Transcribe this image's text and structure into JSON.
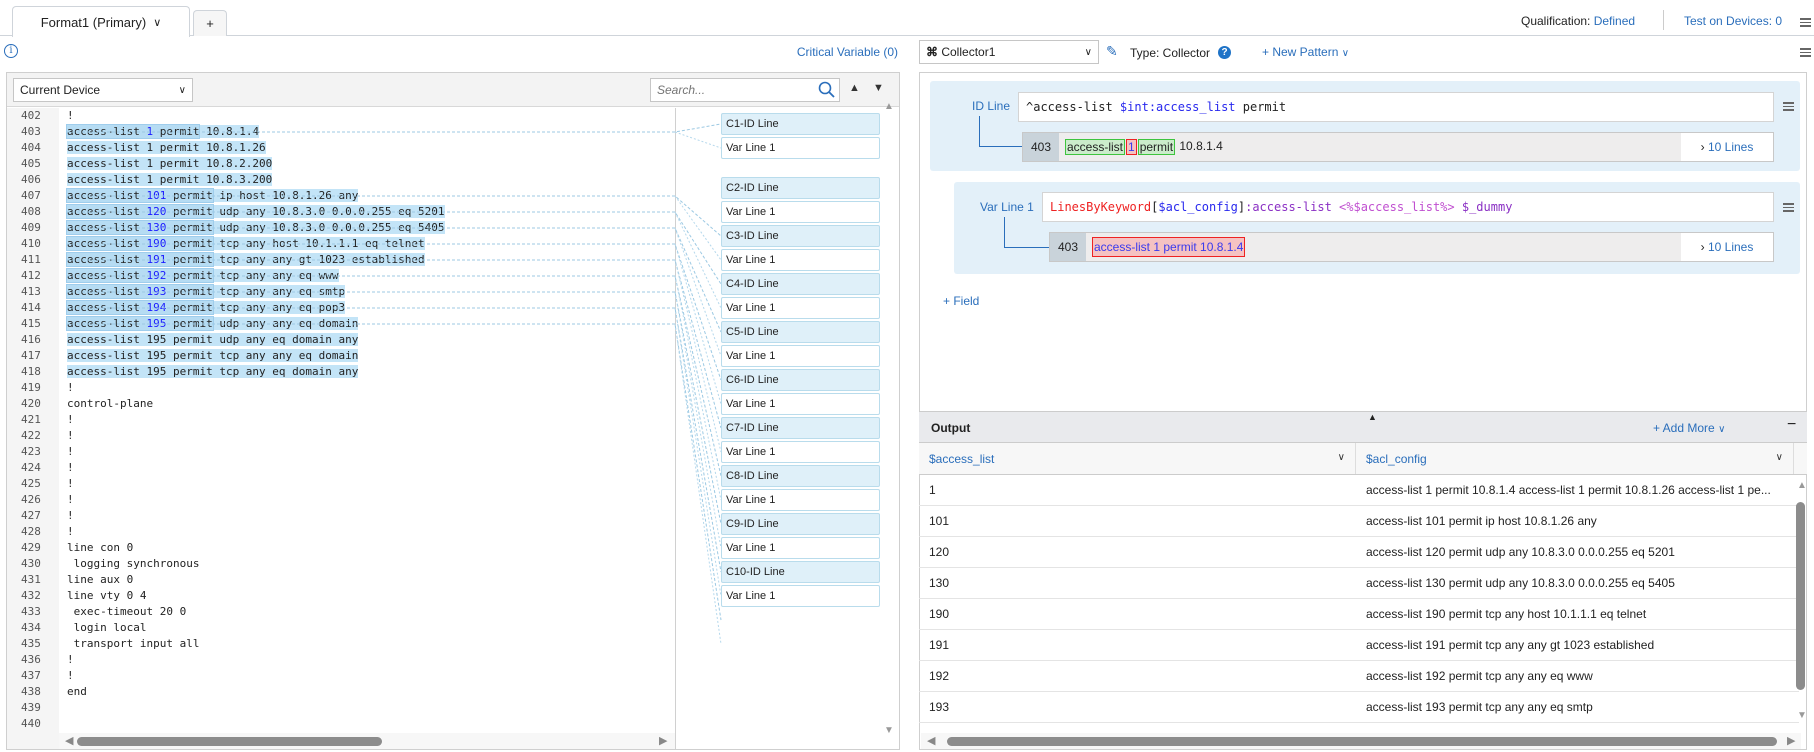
{
  "tabs": {
    "primary": "Format1 (Primary)",
    "add": "+"
  },
  "header": {
    "qualification_label": "Qualification:",
    "qualification_value": "Defined",
    "test_on_devices": "Test on Devices: 0"
  },
  "left": {
    "critical_variable": "Critical Variable (0)",
    "device_select": "Current Device",
    "search_placeholder": "Search..."
  },
  "code_lines": [
    {
      "n": "402",
      "t": "!"
    },
    {
      "n": "403",
      "pre": "access-list ",
      "num": "1",
      "post": " permit",
      "rest": " 10.8.1.4",
      "hl": true
    },
    {
      "n": "404",
      "t": "access-list 1 permit 10.8.1.26",
      "hl": true
    },
    {
      "n": "405",
      "t": "access-list 1 permit 10.8.2.200",
      "hl": true
    },
    {
      "n": "406",
      "t": "access-list 1 permit 10.8.3.200",
      "hl": true
    },
    {
      "n": "407",
      "pre": "access-list ",
      "num": "101",
      "post": " permit",
      "rest": " ip host 10.8.1.26 any",
      "hl": true
    },
    {
      "n": "408",
      "pre": "access-list ",
      "num": "120",
      "post": " permit",
      "rest": " udp any 10.8.3.0 0.0.0.255 eq 5201",
      "hl": true
    },
    {
      "n": "409",
      "pre": "access-list ",
      "num": "130",
      "post": " permit",
      "rest": " udp any 10.8.3.0 0.0.0.255 eq 5405",
      "hl": true
    },
    {
      "n": "410",
      "pre": "access-list ",
      "num": "190",
      "post": " permit",
      "rest": " tcp any host 10.1.1.1 eq telnet",
      "hl": true
    },
    {
      "n": "411",
      "pre": "access-list ",
      "num": "191",
      "post": " permit",
      "rest": " tcp any any gt 1023 established",
      "hl": true
    },
    {
      "n": "412",
      "pre": "access-list ",
      "num": "192",
      "post": " permit",
      "rest": " tcp any any eq www",
      "hl": true
    },
    {
      "n": "413",
      "pre": "access-list ",
      "num": "193",
      "post": " permit",
      "rest": " tcp any any eq smtp",
      "hl": true
    },
    {
      "n": "414",
      "pre": "access-list ",
      "num": "194",
      "post": " permit",
      "rest": " tcp any any eq pop3",
      "hl": true
    },
    {
      "n": "415",
      "pre": "access-list ",
      "num": "195",
      "post": " permit",
      "rest": " udp any any eq domain",
      "hl": true
    },
    {
      "n": "416",
      "t": "access-list 195 permit udp any eq domain any",
      "hl": true
    },
    {
      "n": "417",
      "t": "access-list 195 permit tcp any any eq domain",
      "hl": true
    },
    {
      "n": "418",
      "t": "access-list 195 permit tcp any eq domain any",
      "hl": true
    },
    {
      "n": "419",
      "t": "!"
    },
    {
      "n": "420",
      "t": "control-plane"
    },
    {
      "n": "421",
      "t": "!"
    },
    {
      "n": "422",
      "t": "!"
    },
    {
      "n": "423",
      "t": "!"
    },
    {
      "n": "424",
      "t": "!"
    },
    {
      "n": "425",
      "t": "!"
    },
    {
      "n": "426",
      "t": "!"
    },
    {
      "n": "427",
      "t": "!"
    },
    {
      "n": "428",
      "t": "!"
    },
    {
      "n": "429",
      "t": "line con 0"
    },
    {
      "n": "430",
      "t": " logging synchronous"
    },
    {
      "n": "431",
      "t": "line aux 0"
    },
    {
      "n": "432",
      "t": "line vty 0 4"
    },
    {
      "n": "433",
      "t": " exec-timeout 20 0"
    },
    {
      "n": "434",
      "t": " login local"
    },
    {
      "n": "435",
      "t": " transport input all"
    },
    {
      "n": "436",
      "t": "!"
    },
    {
      "n": "437",
      "t": "!"
    },
    {
      "n": "438",
      "t": "end"
    },
    {
      "n": "439",
      "t": ""
    },
    {
      "n": "440",
      "t": ""
    }
  ],
  "mapping": [
    "C1-ID Line",
    "Var Line 1",
    "C2-ID Line",
    "Var Line 1",
    "C3-ID Line",
    "Var Line 1",
    "C4-ID Line",
    "Var Line 1",
    "C5-ID Line",
    "Var Line 1",
    "C6-ID Line",
    "Var Line 1",
    "C7-ID Line",
    "Var Line 1",
    "C8-ID Line",
    "Var Line 1",
    "C9-ID Line",
    "Var Line 1",
    "C10-ID Line",
    "Var Line 1"
  ],
  "right": {
    "collector": "Collector1",
    "type_label": "Type: Collector",
    "new_pattern": "+ New Pattern",
    "id_line": {
      "label": "ID Line",
      "p1": "^access-list ",
      "p2": "$int:access_list",
      "p3": " permit",
      "sample_num": "403",
      "s1": "access-list",
      "s2": "1",
      "s3": "permit",
      "s4": " 10.8.1.4",
      "more": "10 Lines"
    },
    "var_line": {
      "label": "Var Line 1",
      "p1": "LinesByKeyword",
      "p2": "[",
      "p3": "$acl_config",
      "p4": "]",
      "p5": ":access-list ",
      "p6": "<%$access_list%>",
      "p7": " $_dummy",
      "sample_num": "403",
      "s1": "access-list 1 permit 10.8.1.4",
      "more": "10 Lines"
    },
    "add_field": "+ Field"
  },
  "output": {
    "title": "Output",
    "add_more": "+ Add More",
    "columns": [
      "$access_list",
      "$acl_config"
    ],
    "rows": [
      [
        "1",
        "access-list 1 permit 10.8.1.4 access-list 1 permit 10.8.1.26 access-list 1 pe..."
      ],
      [
        "101",
        "access-list 101 permit ip host 10.8.1.26 any"
      ],
      [
        "120",
        "access-list 120 permit udp any 10.8.3.0 0.0.0.255 eq 5201"
      ],
      [
        "130",
        "access-list 130 permit udp any 10.8.3.0 0.0.0.255 eq 5405"
      ],
      [
        "190",
        "access-list 190 permit tcp any host 10.1.1.1 eq telnet"
      ],
      [
        "191",
        "access-list 191 permit tcp any any gt 1023 established"
      ],
      [
        "192",
        "access-list 192 permit tcp any any eq www"
      ],
      [
        "193",
        "access-list 193 permit tcp any any eq smtp"
      ]
    ]
  },
  "colors": {
    "accent": "#2a6ebb",
    "highlight": "#c3e4f7",
    "block": "#e3f0f9"
  }
}
